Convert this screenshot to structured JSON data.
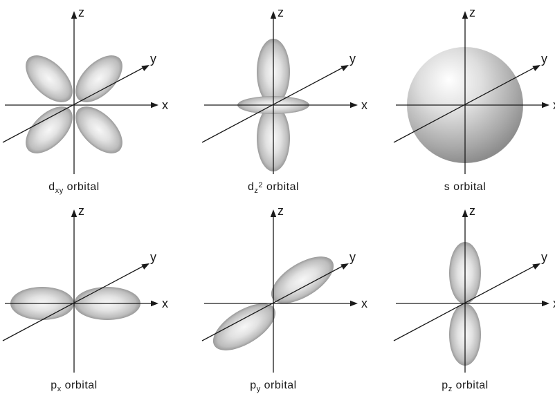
{
  "axes": {
    "x": "x",
    "y": "y",
    "z": "z"
  },
  "orbitals": [
    {
      "id": "dxy",
      "base": "d",
      "sub": "xy",
      "sup": "",
      "suffix": " orbital",
      "lobes": "dxy"
    },
    {
      "id": "dz2",
      "base": "d",
      "sub": "z",
      "sup": "2",
      "suffix": " orbital",
      "lobes": "dz2"
    },
    {
      "id": "s",
      "base": "s",
      "sub": "",
      "sup": "",
      "suffix": " orbital",
      "lobes": "s"
    },
    {
      "id": "px",
      "base": "p",
      "sub": "x",
      "sup": "",
      "suffix": " orbital",
      "lobes": "px"
    },
    {
      "id": "py",
      "base": "p",
      "sub": "y",
      "sup": "",
      "suffix": " orbital",
      "lobes": "py"
    },
    {
      "id": "pz",
      "base": "p",
      "sub": "z",
      "sup": "",
      "suffix": " orbital",
      "lobes": "pz"
    }
  ],
  "colors": {
    "ink": "#1a1a1a",
    "lobe_light": "#f4f4f4",
    "lobe_mid": "#b8b8b8",
    "lobe_dark": "#8a8a8a"
  }
}
